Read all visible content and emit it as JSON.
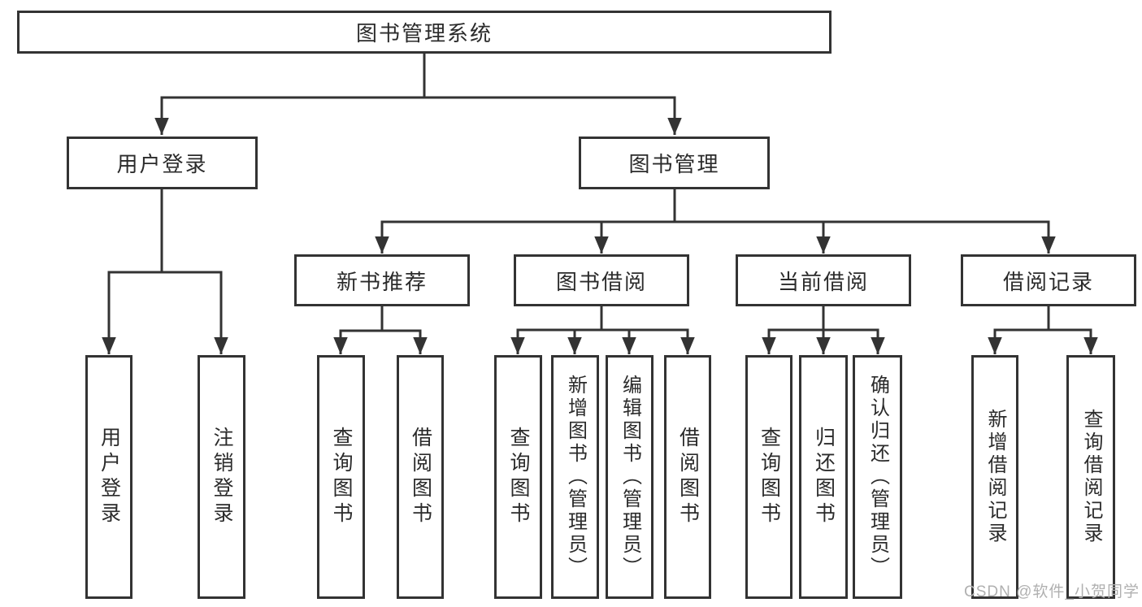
{
  "colors": {
    "line": "#333333",
    "border": "#333333",
    "fill": "#ffffff",
    "text": "#2b2b2b",
    "watermark": "#b0b0b0",
    "bg": "#ffffff"
  },
  "nodes": {
    "root": "图书管理系统",
    "user_login": "用户登录",
    "book_mgmt": "图书管理",
    "new_book_rec": "新书推荐",
    "book_borrow": "图书借阅",
    "current_borrow": "当前借阅",
    "borrow_records": "借阅记录",
    "leaf_user_login": "用户登录",
    "leaf_logout": "注销登录",
    "rec_query_books": "查询图书",
    "rec_borrow_books": "借阅图书",
    "bb_query_books": "查询图书",
    "bb_add_books": "新增图书（管理员）",
    "bb_edit_books": "编辑图书（管理员）",
    "bb_borrow_books": "借阅图书",
    "cb_query_books": "查询图书",
    "cb_return_books": "归还图书",
    "cb_confirm_return": "确认归还（管理员）",
    "br_add_record": "新增借阅记录",
    "br_query_record": "查询借阅记录"
  },
  "watermark": {
    "text": "CSDN @软件_小贺同学"
  }
}
